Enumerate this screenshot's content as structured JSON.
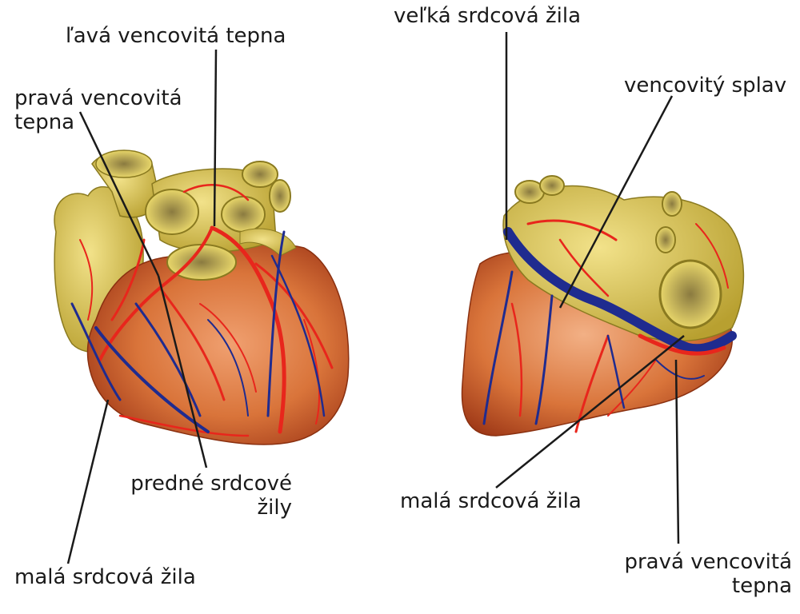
{
  "colors": {
    "background": "#ffffff",
    "artery": "#e8261c",
    "vein": "#1f2b8f",
    "myocardium": "#d9743a",
    "vessel_wall": "#d9c24a",
    "leader_line": "#1a1a1a"
  },
  "labels": {
    "left_coronary_artery": "ľavá vencovitá tepna",
    "right_coronary_artery_1_line1": "pravá vencovitá",
    "right_coronary_artery_1_line2": "tepna",
    "anterior_cardiac_veins_line1": "predné srdcové",
    "anterior_cardiac_veins_line2": "žily",
    "small_cardiac_vein_1": "malá srdcová žila",
    "great_cardiac_vein": "veľká srdcová žila",
    "coronary_sinus": "vencovitý splav",
    "small_cardiac_vein_2": "malá srdcová žila",
    "right_coronary_artery_2_line1": "pravá vencovitá",
    "right_coronary_artery_2_line2": "tepna"
  }
}
